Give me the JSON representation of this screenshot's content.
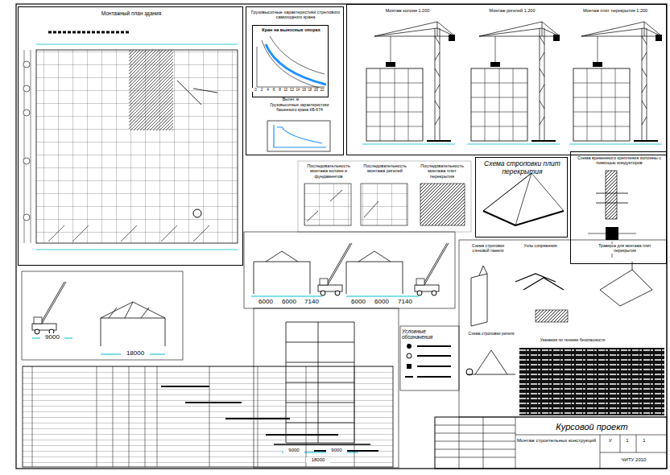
{
  "diagram": {
    "nodes": [
      {
        "text": [
          "Монтажный план здания"
        ]
      },
      {
        "text": [
          "Грузовысотные характеристики стрелового самоходного крана"
        ]
      },
      {
        "text": [
          "Кран на выносных опорах"
        ],
        "in": 1
      },
      {
        "text": [
          "Монтаж колонн 1:200",
          "Монтаж ригелей 1:200",
          "Монтаж плит перекрытия 1:200"
        ]
      },
      {
        "text": [
          "Последовательность монтажа колонн и фундаментов",
          "Последовательность монтажа ригелей",
          "Последовательность монтажа плит перекрытия"
        ]
      },
      {
        "text": [
          "Схема строповки плит перекрытия"
        ]
      },
      {
        "text": [
          "Схема временного крепления колонны с помощью кондукторов"
        ]
      },
      {
        "text": [
          "Условные обозначения"
        ]
      },
      {
        "text": [
          "Курсовой проект",
          "Монтаж строительных конструкций",
          "У",
          "1",
          "1",
          "ЧИТУ 2010"
        ]
      }
    ],
    "labels": [
      "Грузовысотные характеристики башенного крана КБ-674",
      "6000",
      "6000",
      "7140",
      "6000",
      "6000",
      "7140",
      "9000",
      "18000",
      "9000",
      "9000",
      "18000",
      "Схема строповки стеновой панели",
      "Узлы сопряжения",
      "Траверса для монтажа плит перекрытия",
      "Схема строповки ригеля",
      "Указания по технике безопасности",
      "0",
      "2",
      "4",
      "6",
      "8",
      "10",
      "12",
      "14",
      "16",
      "18",
      "20",
      "22",
      "Вылет, м"
    ]
  }
}
